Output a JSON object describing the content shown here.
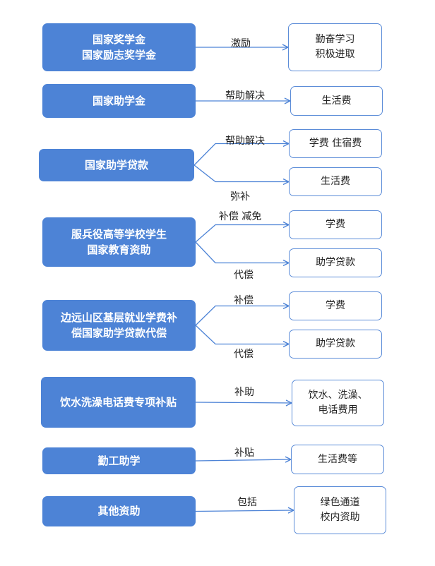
{
  "colors": {
    "source_fill": "#4d83d6",
    "target_border": "#5b8cd8",
    "line": "#4d83d6"
  },
  "flows": [
    {
      "source": [
        "国家奖学金",
        "国家励志奖学金"
      ],
      "branches": [
        {
          "label": "激励",
          "target": [
            "勤奋学习",
            "积极进取"
          ]
        }
      ]
    },
    {
      "source": [
        "国家助学金"
      ],
      "branches": [
        {
          "label": "帮助解决",
          "target": [
            "生活费"
          ]
        }
      ]
    },
    {
      "source": [
        "国家助学贷款"
      ],
      "branches": [
        {
          "label": "帮助解决",
          "target": [
            "学费  住宿费"
          ]
        },
        {
          "label": "弥补",
          "target": [
            "生活费"
          ]
        }
      ]
    },
    {
      "source": [
        "服兵役高等学校学生",
        "国家教育资助"
      ],
      "branches": [
        {
          "label": "补偿  减免",
          "target": [
            "学费"
          ]
        },
        {
          "label": "代偿",
          "target": [
            "助学贷款"
          ]
        }
      ]
    },
    {
      "source": [
        "边远山区基层就业学费补",
        "偿国家助学贷款代偿"
      ],
      "branches": [
        {
          "label": "补偿",
          "target": [
            "学费"
          ]
        },
        {
          "label": "代偿",
          "target": [
            "助学贷款"
          ]
        }
      ]
    },
    {
      "source": [
        "饮水洗澡电话费专项补贴"
      ],
      "branches": [
        {
          "label": "补助",
          "target": [
            "饮水、洗澡、",
            "电话费用"
          ]
        }
      ]
    },
    {
      "source": [
        "勤工助学"
      ],
      "branches": [
        {
          "label": "补贴",
          "target": [
            "生活费等"
          ]
        }
      ]
    },
    {
      "source": [
        "其他资助"
      ],
      "branches": [
        {
          "label": "包括",
          "target": [
            "绿色通道",
            "校内资助"
          ]
        }
      ]
    }
  ]
}
